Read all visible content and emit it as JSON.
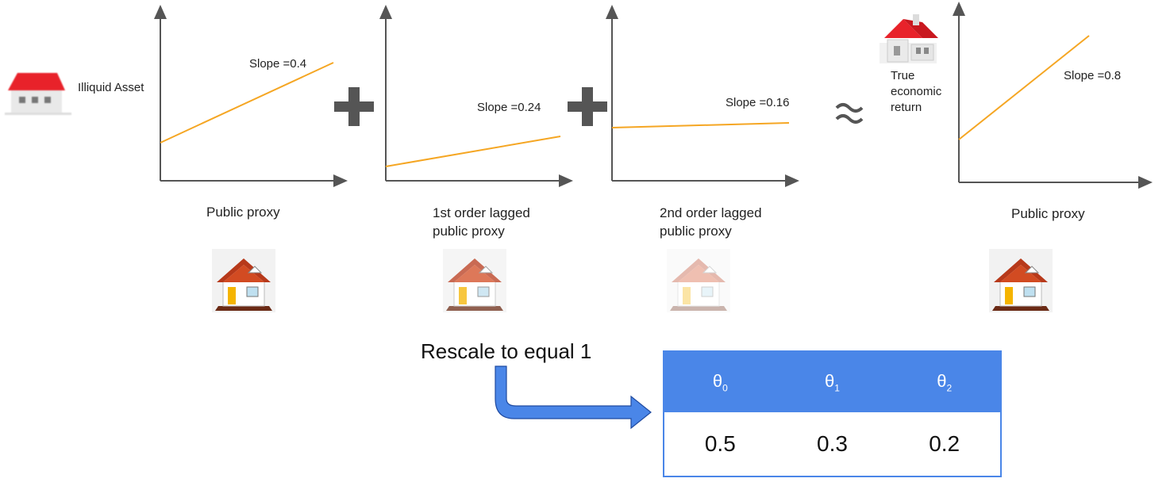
{
  "panels": [
    {
      "id": "p1",
      "slope_label": "Slope =0.4",
      "axis_label": [
        "Public proxy"
      ],
      "house_opacity": 1.0
    },
    {
      "id": "p2",
      "slope_label": "Slope =0.24",
      "axis_label": [
        "1st order lagged",
        "public proxy"
      ],
      "house_opacity": 0.75
    },
    {
      "id": "p3",
      "slope_label": "Slope =0.16",
      "axis_label": [
        "2nd order lagged",
        "public proxy"
      ],
      "house_opacity": 0.35
    },
    {
      "id": "p4",
      "slope_label": "Slope =0.8",
      "axis_label": [
        "Public proxy"
      ],
      "house_opacity": 1.0
    }
  ],
  "illiquid_label": "Illiquid Asset",
  "true_return_label": [
    "True",
    "economic",
    "return"
  ],
  "operators": {
    "plus": "+",
    "approx": "≈"
  },
  "rescale_label": "Rescale to equal 1",
  "theta_table": {
    "headers": [
      {
        "sym": "θ",
        "sub": "0"
      },
      {
        "sym": "θ",
        "sub": "1"
      },
      {
        "sym": "θ",
        "sub": "2"
      }
    ],
    "values": [
      "0.5",
      "0.3",
      "0.2"
    ]
  },
  "colors": {
    "line": "#f5a623",
    "axis": "#555555",
    "table": "#4a86e8",
    "roof_red": "#e8222a"
  }
}
